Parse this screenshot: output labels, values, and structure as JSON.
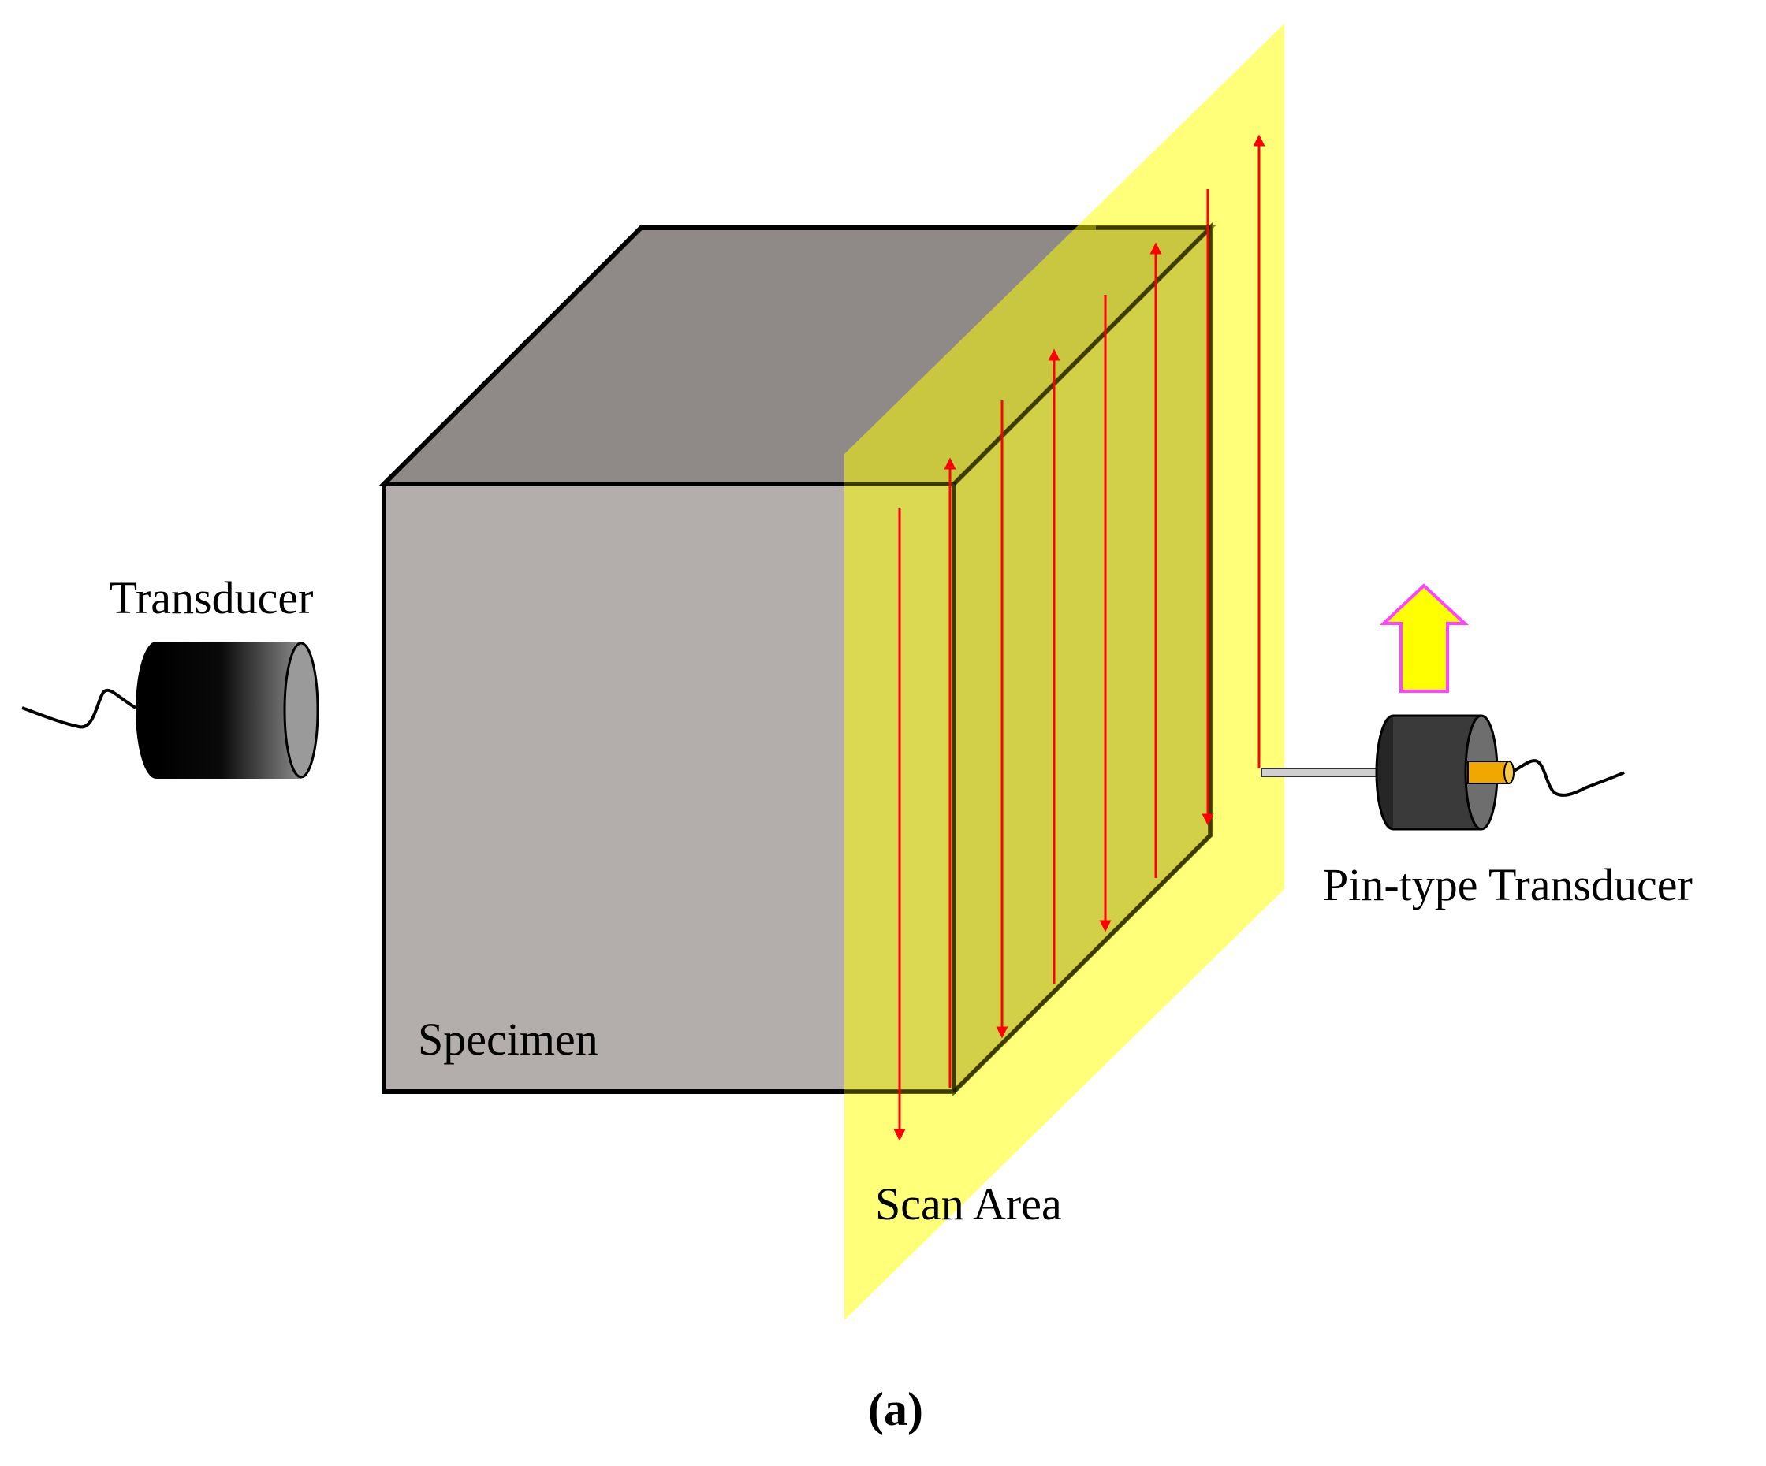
{
  "labels": {
    "transducer": "Transducer",
    "specimen": "Specimen",
    "scan_area": "Scan Area",
    "pin_transducer": "Pin-type Transducer",
    "caption": "(a)"
  },
  "colors": {
    "cube_front": "#b3aeab",
    "cube_top": "#8f8a87",
    "scan_plane": "#ffff80",
    "scan_overlay": "#d4d440",
    "scan_arrow": "#ff0000",
    "up_arrow_fill": "#ffff00",
    "up_arrow_stroke": "#ff44ff",
    "pin_body": "#3a3a3a",
    "pin_tip": "#f0a800"
  },
  "icons": {
    "left_probe": "cylinder-transducer-icon",
    "right_probe": "pin-type-transducer-icon",
    "move_direction": "up-arrow-icon"
  }
}
